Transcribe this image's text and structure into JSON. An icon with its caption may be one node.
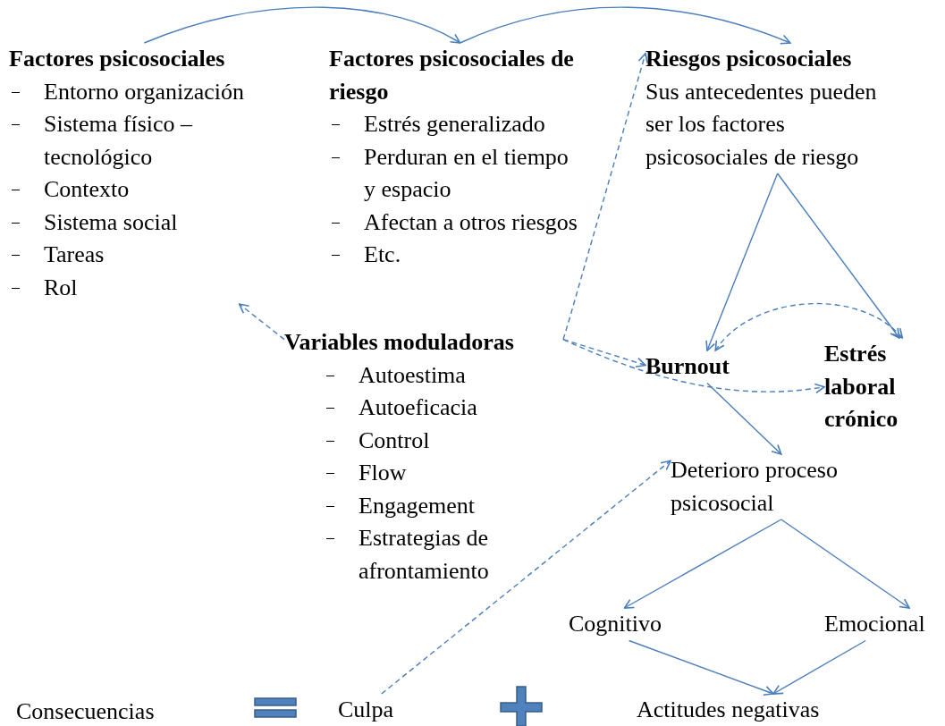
{
  "diagram": {
    "nodes": [
      {
        "text": [
          "Factores psicosociales",
          "Entorno organización",
          "Sistema físico – tecnológico",
          "Contexto",
          "Sistema social",
          "Tareas",
          "Rol"
        ]
      },
      {
        "text": [
          "Factores psicosociales de riesgo",
          "Estrés generalizado",
          "Perduran en el tiempo y espacio",
          "Afectan a otros riesgos",
          "Etc."
        ]
      },
      {
        "text": [
          "Riesgos psicosociales",
          "Sus antecedentes pueden ser los factores psicosociales de riesgo"
        ]
      },
      {
        "text": [
          "Variables moduladoras",
          "Autoestima",
          "Autoeficacia",
          "Control",
          "Flow",
          "Engagement",
          "Estrategias de afrontamiento"
        ]
      },
      {
        "text": [
          "Burnout"
        ]
      },
      {
        "text": [
          "Estrés laboral crónico"
        ]
      },
      {
        "text": [
          "Deterioro proceso psicosocial"
        ]
      },
      {
        "text": [
          "Cognitivo"
        ]
      },
      {
        "text": [
          "Emocional"
        ]
      },
      {
        "text": [
          "Actitudes negativas"
        ]
      },
      {
        "text": [
          "Culpa"
        ]
      }
    ],
    "edges": [
      {
        "from": 0,
        "to": 1,
        "arrow": "to"
      },
      {
        "from": 1,
        "to": 2,
        "arrow": "to"
      },
      {
        "from": 3,
        "to": 0,
        "arrow": "to",
        "style": "dashed"
      },
      {
        "from": 3,
        "to": 2,
        "arrow": "to",
        "style": "dashed"
      },
      {
        "from": 3,
        "to": 4,
        "arrow": "to",
        "style": "dashed"
      },
      {
        "from": 3,
        "to": 5,
        "arrow": "to",
        "style": "dashed"
      },
      {
        "from": 2,
        "to": 4,
        "arrow": "to"
      },
      {
        "from": 2,
        "to": 5,
        "arrow": "to"
      },
      {
        "from": 4,
        "to": 5,
        "arrow": "both",
        "style": "dashed"
      },
      {
        "from": 4,
        "to": 6,
        "arrow": "to"
      },
      {
        "from": 6,
        "to": 7,
        "arrow": "to"
      },
      {
        "from": 6,
        "to": 8,
        "arrow": "to"
      },
      {
        "from": 7,
        "to": 9,
        "arrow": "to"
      },
      {
        "from": 8,
        "to": 9,
        "arrow": "to"
      },
      {
        "from": 10,
        "to": 6,
        "arrow": "to",
        "style": "dashed"
      }
    ],
    "labels": [
      "Consecuencias"
    ]
  }
}
